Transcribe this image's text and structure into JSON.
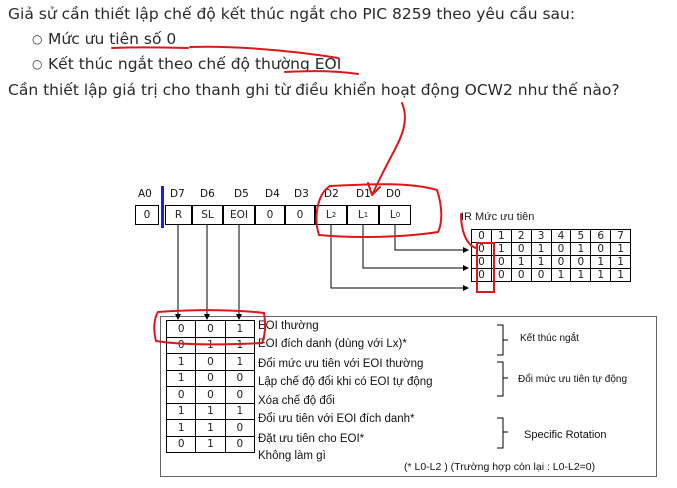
{
  "question": {
    "intro": "Giả sử cần thiết lập chế độ kết thúc ngắt cho PIC 8259 theo yêu cầu sau:",
    "bullets": [
      "Mức ưu tiên số 0",
      "Kết thúc ngắt theo chế độ thường EOI"
    ],
    "ask": "Cần thiết lập giá trị cho thanh ghi từ điều khiển hoạt động OCW2 như thế nào?"
  },
  "register": {
    "headers": [
      "A0",
      "D7",
      "D6",
      "D5",
      "D4",
      "D3",
      "D2",
      "D1",
      "D0"
    ],
    "cells": [
      "0",
      "R",
      "SL",
      "EOI",
      "0",
      "0",
      "L",
      "L",
      "L"
    ],
    "subs": [
      "2",
      "1",
      "0"
    ]
  },
  "ir_table": {
    "title": "IR Mức ưu tiên",
    "header": [
      "0",
      "1",
      "2",
      "3",
      "4",
      "5",
      "6",
      "7"
    ],
    "rows": [
      [
        "0",
        "1",
        "0",
        "1",
        "0",
        "1",
        "0",
        "1"
      ],
      [
        "0",
        "0",
        "1",
        "1",
        "0",
        "0",
        "1",
        "1"
      ],
      [
        "0",
        "0",
        "0",
        "0",
        "1",
        "1",
        "1",
        "1"
      ]
    ]
  },
  "truth_table": {
    "rows": [
      {
        "bits": [
          "0",
          "0",
          "1"
        ],
        "desc": "EOI thường"
      },
      {
        "bits": [
          "0",
          "1",
          "1"
        ],
        "desc": "EOI đích danh (dùng với Lx)*"
      },
      {
        "bits": [
          "1",
          "0",
          "1"
        ],
        "desc": "Đổi mức ưu tiên với EOI thường"
      },
      {
        "bits": [
          "1",
          "0",
          "0"
        ],
        "desc": "Lập chế độ đổi khi có EOI tự động"
      },
      {
        "bits": [
          "0",
          "0",
          "0"
        ],
        "desc": "Xóa chế độ đổi"
      },
      {
        "bits": [
          "1",
          "1",
          "1"
        ],
        "desc": "Đổi ưu tiên với EOI đích danh*"
      },
      {
        "bits": [
          "1",
          "1",
          "0"
        ],
        "desc": "Đặt ưu tiên cho EOI*"
      },
      {
        "bits": [
          "0",
          "1",
          "0"
        ],
        "desc": "Không làm gì"
      }
    ]
  },
  "side_labels": {
    "end_interrupt": "Kết thúc ngắt",
    "change_priority": "Đổi mức ưu tiên tự động",
    "specific_rotation": "Specific Rotation"
  },
  "footnote": "(* L0-L2 ) (Trường hợp còn lại : L0-L2=0)",
  "colors": {
    "annotation_red": "#e0161b",
    "divider_blue": "#1a1aff"
  }
}
